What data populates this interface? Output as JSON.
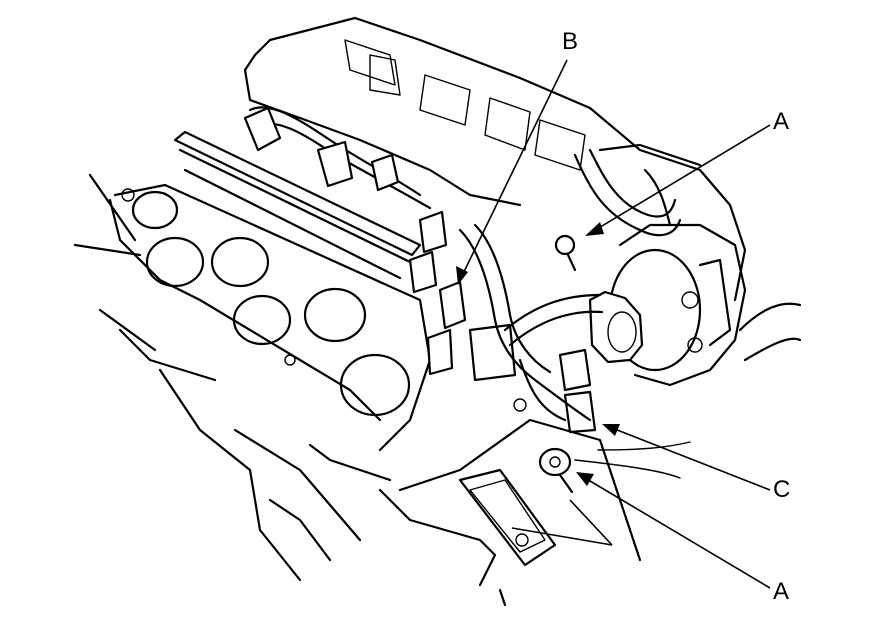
{
  "callouts": {
    "b_top": "B",
    "a_upper": "A",
    "c_right": "C",
    "a_lower": "A"
  },
  "colors": {
    "line": "#000000",
    "background": "#ffffff"
  }
}
